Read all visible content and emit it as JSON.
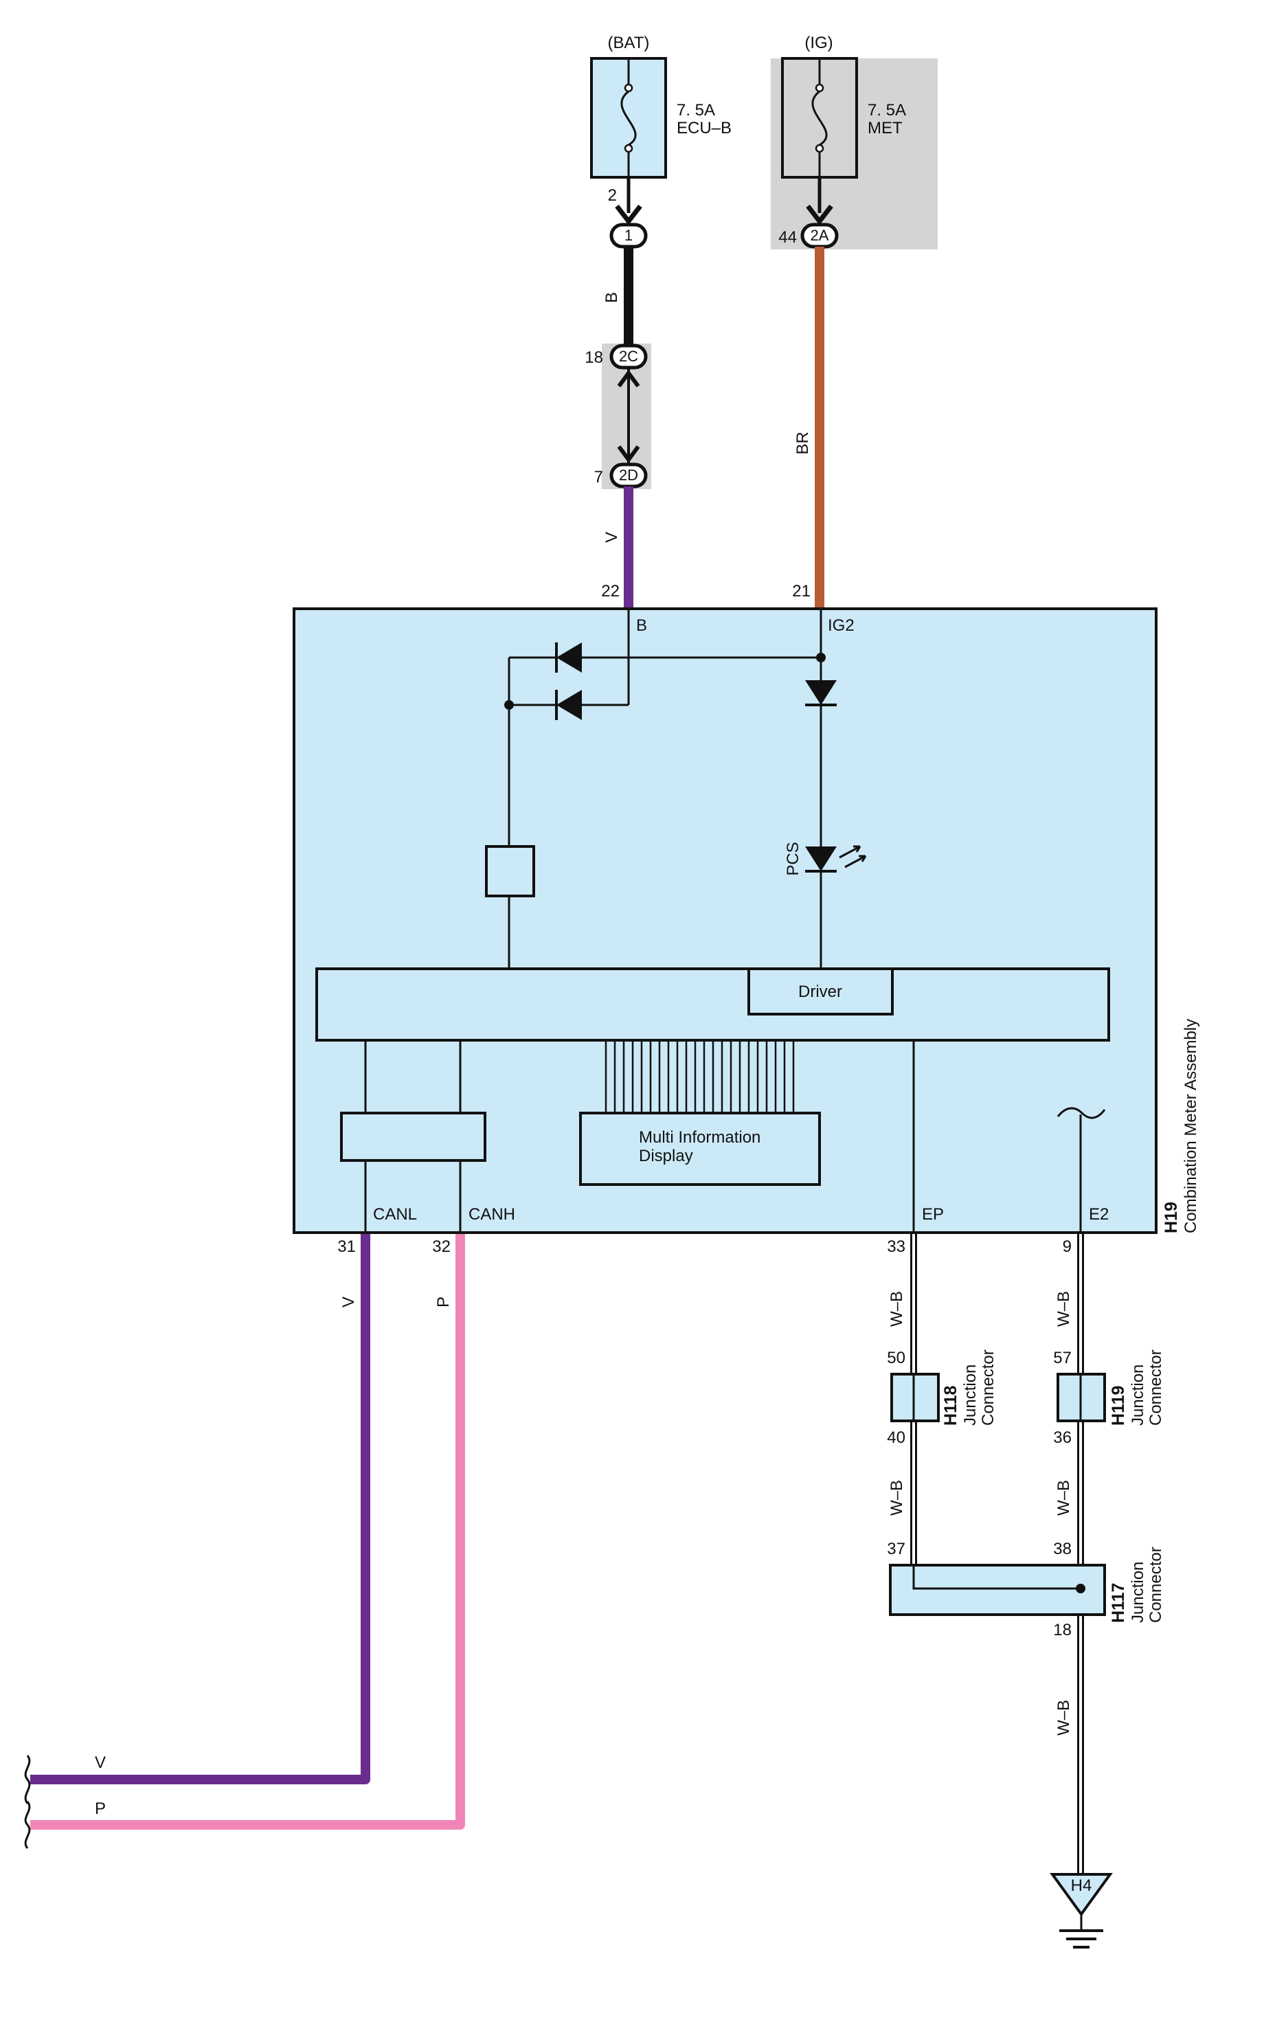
{
  "colors": {
    "module_fill": "#cce9f7",
    "grey_block": "#d4d4d6",
    "wire_v": "#6a2d8f",
    "wire_p": "#f086b8",
    "wire_br": "#b85c35",
    "wire_b": "#111111"
  },
  "sources": {
    "bat": {
      "label": "(BAT)",
      "fuse_rating": "7. 5A",
      "fuse_name": "ECU–B",
      "pin": "2"
    },
    "ig": {
      "label": "(IG)",
      "fuse_rating": "7. 5A",
      "fuse_name": "MET",
      "pin": "44"
    }
  },
  "connectors": {
    "c1": "1",
    "c2a": "2A",
    "c2c": {
      "id": "2C",
      "pin": "18"
    },
    "c2d": {
      "id": "2D",
      "pin": "7"
    }
  },
  "wires": {
    "b": "B",
    "br": "BR",
    "v": "V",
    "p": "P",
    "wb1": "W–B",
    "wb2": "W–B",
    "wb3": "W–B",
    "wb4": "W–B",
    "wb5": "W–B",
    "v_end": "V",
    "p_end": "P"
  },
  "meter": {
    "code": "H19",
    "name": "Combination Meter Assembly",
    "pin_b": "22",
    "term_b": "B",
    "pin_ig2": "21",
    "term_ig2": "IG2",
    "pcs": "PCS",
    "driver": "Driver",
    "mid_line1": "Multi Information",
    "mid_line2": "Display",
    "canl": "CANL",
    "canh": "CANH",
    "ep": "EP",
    "e2": "E2",
    "pin_canl": "31",
    "pin_canh": "32",
    "pin_ep": "33",
    "pin_e2": "9"
  },
  "junctions": {
    "h118": {
      "code": "H118",
      "line1": "Junction",
      "line2": "Connector",
      "pin_top": "50",
      "pin_bottom": "40"
    },
    "h119": {
      "code": "H119",
      "line1": "Junction",
      "line2": "Connector",
      "pin_top": "57",
      "pin_bottom": "36"
    },
    "h117": {
      "code": "H117",
      "line1": "Junction",
      "line2": "Connector",
      "pin_left": "37",
      "pin_right": "38",
      "pin_bottom": "18"
    }
  },
  "ground": {
    "code": "H4"
  }
}
